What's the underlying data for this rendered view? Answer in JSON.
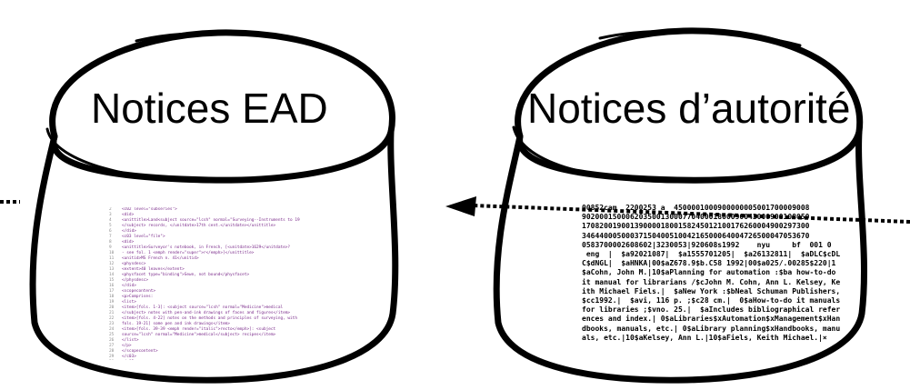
{
  "stores": {
    "left": {
      "label": "Notices EAD"
    },
    "right": {
      "label": "Notices d’autorité"
    }
  },
  "xml_preview": [
    {
      "n": "2",
      "t": "<c02 level=\"subseries\">"
    },
    {
      "n": "3",
      "t": "<did>"
    },
    {
      "n": "4",
      "t": "<unittitle>Land<subject source=\"lcsh\" normal=\"Surveying--Instruments to 1900\">curves"
    },
    {
      "n": "5",
      "t": "</subject> records, </unitdate>17th cent.</unitdate></unittitle>"
    },
    {
      "n": "6",
      "t": "</did>"
    },
    {
      "n": "7",
      "t": "<c03 level=\"file\">"
    },
    {
      "n": "8",
      "t": "<did>"
    },
    {
      "n": "9",
      "t": "<unittitle>Surveyor's notebook, in French, [<unitdate>1629</unitdate>?"
    },
    {
      "n": "10",
      "t": "- see fol. 1 <emph render=\"super\">r</emph>]</unittitle>"
    },
    {
      "n": "11",
      "t": "<unitid>MS French n. 41</unitid>"
    },
    {
      "n": "12",
      "t": "<physdesc>"
    },
    {
      "n": "13",
      "t": "<extent>40 leaves</extent>"
    },
    {
      "n": "14",
      "t": "<physfacet type=\"binding\">Sewn, not bound</physfacet>"
    },
    {
      "n": "15",
      "t": "</physdesc>"
    },
    {
      "n": "16",
      "t": "</did>"
    },
    {
      "n": "17",
      "t": "<scopecontent>"
    },
    {
      "n": "18",
      "t": "<p>Comprises:"
    },
    {
      "n": "19",
      "t": "<list>"
    },
    {
      "n": "20",
      "t": "<item>[fols. 1-3]: <subject source=\"lcsh\" normal=\"Medicine\">medical"
    },
    {
      "n": "21",
      "t": "</subject> notes with pen-and-ink drawings of faces and figures</item>"
    },
    {
      "n": "22",
      "t": "<item>[fols. 4-22] notes on the methods and principles of surveying, with"
    },
    {
      "n": "23",
      "t": "fols. 19-21] some pen and ink drawings</item>"
    },
    {
      "n": "24",
      "t": "<item>[fols. 39-39 <emph render=\"italic\">recto</emph>]: <subject"
    },
    {
      "n": "25",
      "t": "source=\"lcsh\" normal=\"Medicine\">medical</subject> recipes</item>"
    },
    {
      "n": "26",
      "t": "</list>"
    },
    {
      "n": "27",
      "t": "</p>"
    },
    {
      "n": "28",
      "t": "</scopecontent>"
    },
    {
      "n": "29",
      "t": "</c03>"
    },
    {
      "n": "30",
      "t": "</c02>"
    }
  ],
  "marc_text": [
    "00852cam  2200253 a  4500001000900000005001700009008",
    "9020001500062035001300077040001800090043000900108050",
    "1708200190013900001800158245012100176260004900297300",
    "3464400050003715040051004216500064004726500047053670",
    "0583700002608602|3230053|920608s1992    nyu     bf  001 0",
    " eng  |  $a92021087|  $a1555701205|  $a26132811|  $aDLC$cDL",
    "C$dNGL|  $aHNKA|00$aZ678.9$b.C58 1992|00$a025/.00285$220|1",
    "$aCohn, John M.|10$aPlanning for automation :$ba how-to-do",
    "it manual for librarians /$cJohn M. Cohn, Ann L. Kelsey, Ke",
    "ith Michael Fiels.|  $aNew York :$bNeal Schuman Publishers,",
    "$cc1992.|  $avi, 116 p. ;$c28 cm.|  0$aHow-to-do it manuals",
    "for libraries ;$vno. 25.|  $aIncludes bibliographical refer",
    "ences and index.| 0$aLibraries$xAutomation$xManagement$xHan",
    "dbooks, manuals, etc.| 0$aLibrary planning$xHandbooks, manu",
    "als, etc.|10$aKelsey, Ann L.|10$aFiels, Keith Michael.|×"
  ]
}
